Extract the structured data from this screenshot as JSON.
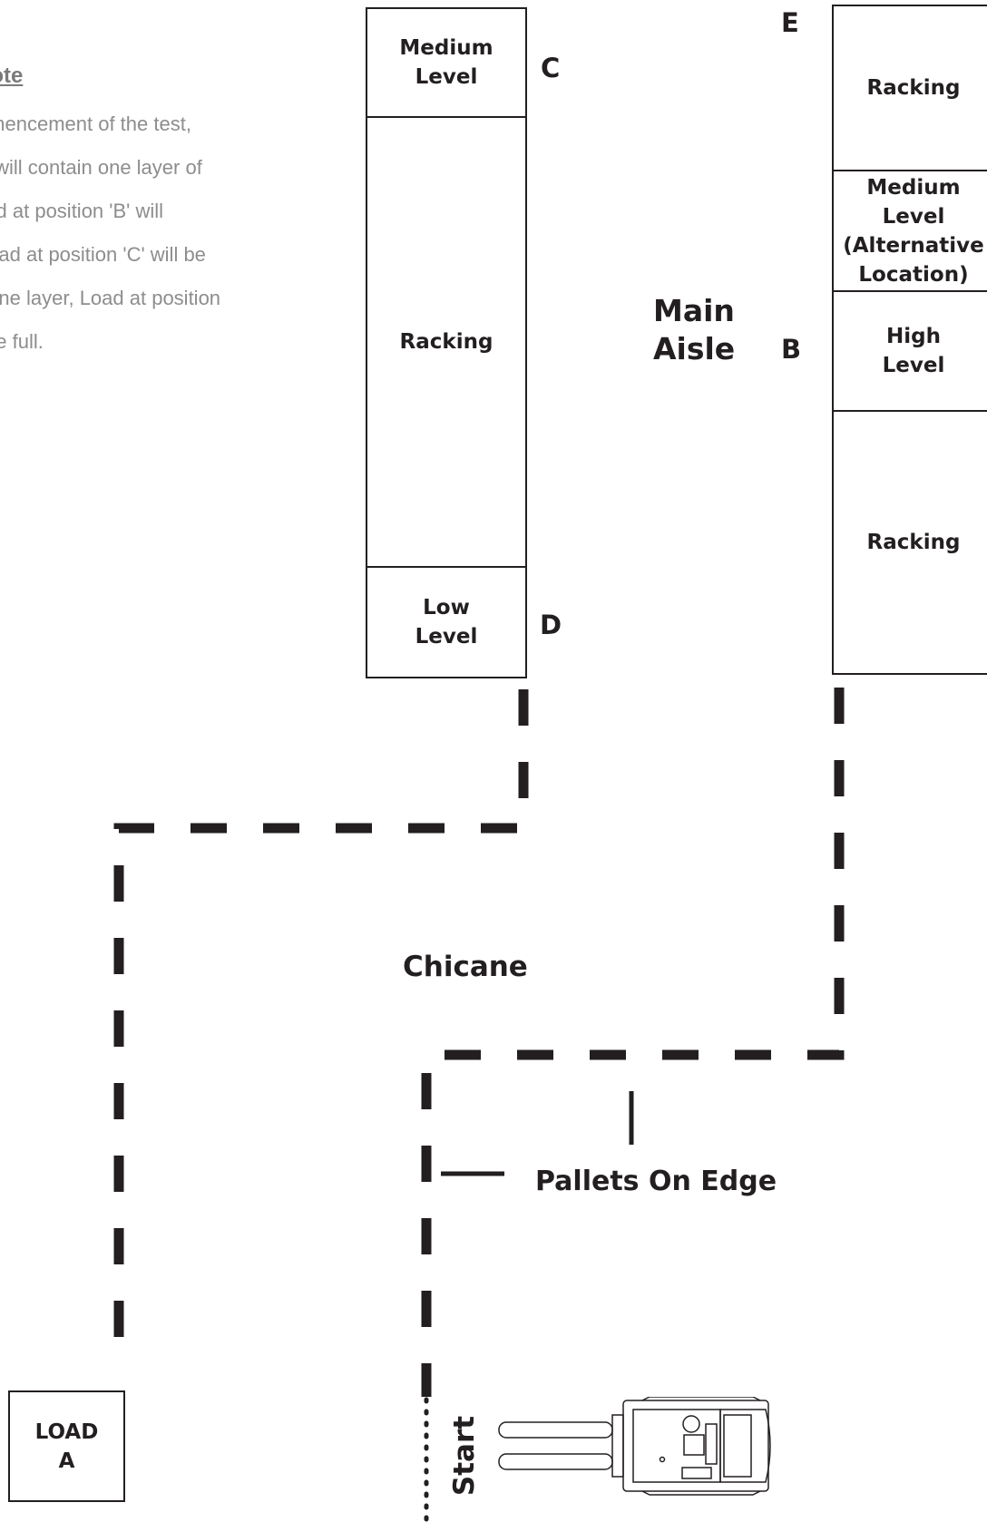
{
  "note": {
    "title": "Note",
    "lines": [
      "At the commencement of the test,",
      "position 'A' will contain one layer of",
      "pallets, Load at position 'B' will",
      "be full, Load at position 'C' will be",
      "loaded one layer, Load at position",
      "'D' will be full."
    ]
  },
  "left_rack": {
    "medium_level": "Medium\nLevel",
    "racking": "Racking",
    "low_level": "Low\nLevel"
  },
  "right_rack": {
    "racking_top": "Racking",
    "medium_level_alt": "Medium Level\n(Alternative\nLocation)",
    "high_level": "High\nLevel",
    "racking_bottom": "Racking"
  },
  "labels": {
    "c": "C",
    "d": "D",
    "e": "E",
    "b": "B",
    "main_aisle": "Main\nAisle",
    "chicane": "Chicane",
    "pallets_on_edge": "Pallets On Edge",
    "load_a": "LOAD\nA",
    "start": "Start"
  },
  "icons": {
    "forklift": "forklift-icon"
  }
}
